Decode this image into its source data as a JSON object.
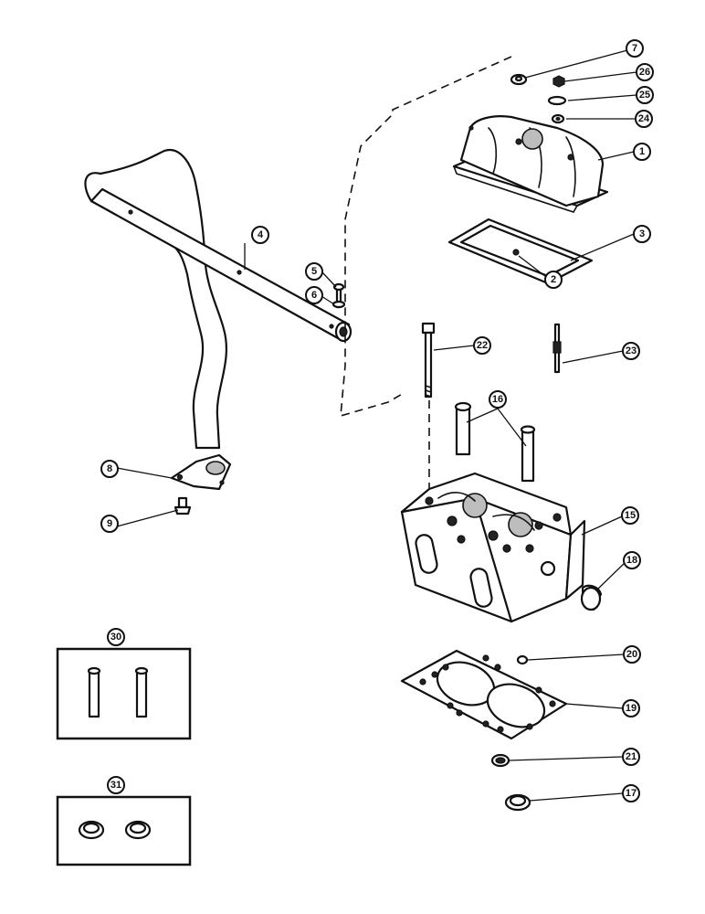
{
  "callouts": {
    "c1": "1",
    "c2": "2",
    "c3": "3",
    "c4": "4",
    "c5": "5",
    "c6": "6",
    "c7": "7",
    "c8": "8",
    "c9": "9",
    "c15": "15",
    "c16": "16",
    "c17": "17",
    "c18": "18",
    "c19": "19",
    "c20": "20",
    "c21": "21",
    "c22": "22",
    "c23": "23",
    "c24": "24",
    "c25": "25",
    "c26": "26",
    "c30": "30",
    "c31": "31"
  }
}
